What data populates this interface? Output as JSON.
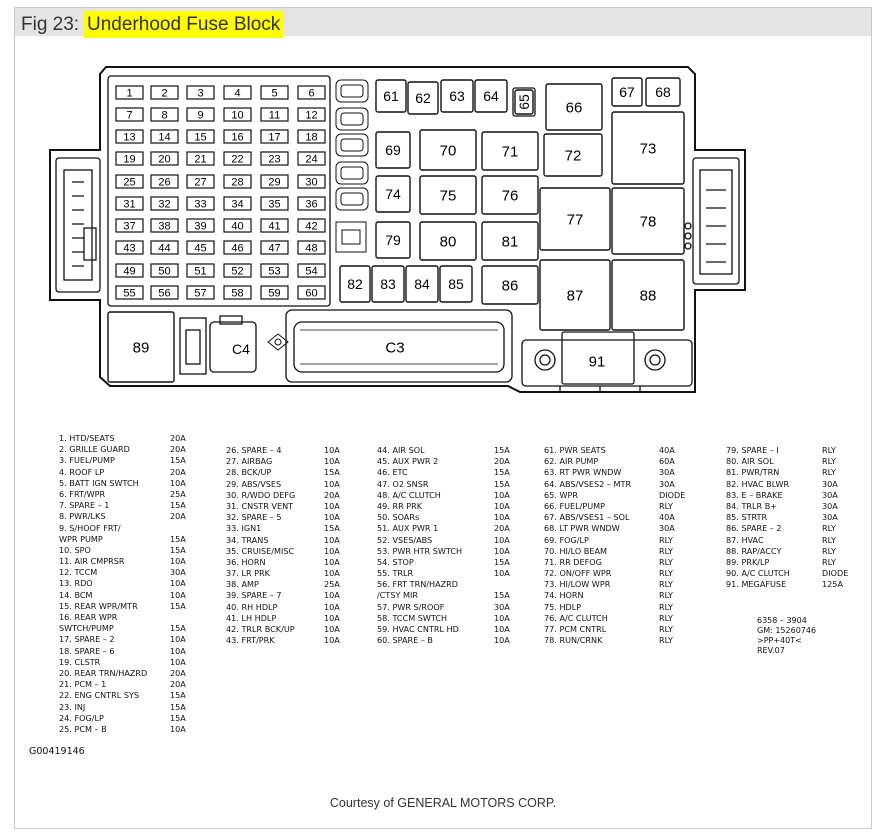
{
  "figure": {
    "prefix": "Fig 23: ",
    "title": "Underhood Fuse Block",
    "courtesy": "Courtesy of GENERAL MOTORS CORP.",
    "image_number": "G00419146",
    "part_code": [
      "6358 – 3904",
      "GM: 15260746",
      ">PP+40T<",
      "REV.07"
    ],
    "highlight_color": "#ffff00"
  },
  "diagram": {
    "small_fuses": [
      "1",
      "2",
      "3",
      "4",
      "5",
      "6",
      "7",
      "8",
      "9",
      "10",
      "11",
      "12",
      "13",
      "14",
      "15",
      "16",
      "17",
      "18",
      "19",
      "20",
      "21",
      "22",
      "23",
      "24",
      "25",
      "26",
      "27",
      "28",
      "29",
      "30",
      "31",
      "32",
      "33",
      "34",
      "35",
      "36",
      "37",
      "38",
      "39",
      "40",
      "41",
      "42",
      "43",
      "44",
      "45",
      "46",
      "47",
      "48",
      "49",
      "50",
      "51",
      "52",
      "53",
      "54",
      "55",
      "56",
      "57",
      "58",
      "59",
      "60"
    ],
    "box_labels": [
      "61",
      "62",
      "63",
      "64",
      "65",
      "66",
      "67",
      "68",
      "69",
      "70",
      "71",
      "72",
      "73",
      "74",
      "75",
      "76",
      "77",
      "78",
      "79",
      "80",
      "81",
      "82",
      "83",
      "84",
      "85",
      "86",
      "87",
      "88",
      "89",
      "91",
      "C3",
      "C4"
    ]
  },
  "legend": {
    "columns": [
      [
        {
          "label": "1.  HTD/SEATS",
          "amp": "20A"
        },
        {
          "label": "2.  GRILLE GUARD",
          "amp": "20A"
        },
        {
          "label": "3.  FUEL/PUMP",
          "amp": "15A"
        },
        {
          "label": "4.  ROOF LP",
          "amp": "20A"
        },
        {
          "label": "5.  BATT IGN SWTCH",
          "amp": "10A"
        },
        {
          "label": "6.  FRT/WPR",
          "amp": "25A"
        },
        {
          "label": "7.  SPARE – 1",
          "amp": "15A"
        },
        {
          "label": "8.  PWR/LKS",
          "amp": "20A"
        },
        {
          "label": "9.  S/HOOF  FRT/",
          "amp": ""
        },
        {
          "label": "     WPR PUMP",
          "amp": "15A"
        },
        {
          "label": "10. SPO",
          "amp": "15A"
        },
        {
          "label": "11. AIR CMPRSR",
          "amp": "10A"
        },
        {
          "label": "12. TCCM",
          "amp": "30A"
        },
        {
          "label": "13. RDO",
          "amp": "10A"
        },
        {
          "label": "14. BCM",
          "amp": "10A"
        },
        {
          "label": "15. REAR WPR/MTR",
          "amp": "15A"
        },
        {
          "label": "16. REAR WPR",
          "amp": ""
        },
        {
          "label": "     SWTCH/PUMP",
          "amp": "15A"
        },
        {
          "label": "17. SPARE – 2",
          "amp": "10A"
        },
        {
          "label": "18. SPARE – 6",
          "amp": "10A"
        },
        {
          "label": "19. CLSTR",
          "amp": "10A"
        },
        {
          "label": "20. REAR TRN/HAZRD",
          "amp": "20A"
        },
        {
          "label": "21. PCM – 1",
          "amp": "20A"
        },
        {
          "label": "22. ENG CNTRL SYS",
          "amp": "15A"
        },
        {
          "label": "23. INJ",
          "amp": "15A"
        },
        {
          "label": "24. FOG/LP",
          "amp": "15A"
        },
        {
          "label": "25. PCM – B",
          "amp": "10A"
        }
      ],
      [
        {
          "label": "26. SPARE – 4",
          "amp": "10A"
        },
        {
          "label": "27. AIRBAG",
          "amp": "10A"
        },
        {
          "label": "28. BCK/UP",
          "amp": "15A"
        },
        {
          "label": "29. ABS/VSES",
          "amp": "10A"
        },
        {
          "label": "30. R/WDO DEFG",
          "amp": "20A"
        },
        {
          "label": "31. CNSTR VENT",
          "amp": "10A"
        },
        {
          "label": "32. SPARE – 5",
          "amp": "10A"
        },
        {
          "label": "33. IGN1",
          "amp": "15A"
        },
        {
          "label": "34. TRANS",
          "amp": "10A"
        },
        {
          "label": "35. CRUISE/MISC",
          "amp": "10A"
        },
        {
          "label": "36. HORN",
          "amp": "10A"
        },
        {
          "label": "37. LR PRK",
          "amp": "10A"
        },
        {
          "label": "38. AMP",
          "amp": "25A"
        },
        {
          "label": "39. SPARE – 7",
          "amp": "10A"
        },
        {
          "label": "40. RH HDLP",
          "amp": "10A"
        },
        {
          "label": "41. LH HDLP",
          "amp": "10A"
        },
        {
          "label": "42. TRLR BCK/UP",
          "amp": "10A"
        },
        {
          "label": "43. FRT/PRK",
          "amp": "10A"
        }
      ],
      [
        {
          "label": "44. AIR SOL",
          "amp": "15A"
        },
        {
          "label": "45. AUX PWR 2",
          "amp": "20A"
        },
        {
          "label": "46. ETC",
          "amp": "15A"
        },
        {
          "label": "47. O2 SNSR",
          "amp": "15A"
        },
        {
          "label": "48. A/C CLUTCH",
          "amp": "10A"
        },
        {
          "label": "49. RR PRK",
          "amp": "10A"
        },
        {
          "label": "50. SOARs",
          "amp": "10A"
        },
        {
          "label": "51. AUX PWR 1",
          "amp": "20A"
        },
        {
          "label": "52. VSES/ABS",
          "amp": "10A"
        },
        {
          "label": "53. PWR HTR SWTCH",
          "amp": "10A"
        },
        {
          "label": "54. STOP",
          "amp": "15A"
        },
        {
          "label": "55. TRLR",
          "amp": "10A"
        },
        {
          "label": "56. FRT TRN/HAZRD",
          "amp": ""
        },
        {
          "label": "     /CTSY MIR",
          "amp": "15A"
        },
        {
          "label": "57. PWR S/ROOF",
          "amp": "30A"
        },
        {
          "label": "58. TCCM SWTCH",
          "amp": "10A"
        },
        {
          "label": "59. HVAC CNTRL HD",
          "amp": "10A"
        },
        {
          "label": "60. SPARE – B",
          "amp": "10A"
        }
      ],
      [
        {
          "label": "61. PWR SEATS",
          "amp": "40A"
        },
        {
          "label": "62. AIR PUMP",
          "amp": "60A"
        },
        {
          "label": "63. RT PWR WNDW",
          "amp": "30A"
        },
        {
          "label": "64. ABS/VSES2 – MTR",
          "amp": "30A"
        },
        {
          "label": "65. WPR",
          "amp": "DIODE"
        },
        {
          "label": "66. FUEL/PUMP",
          "amp": "RLY"
        },
        {
          "label": "67. ABS/VSES1 – SOL",
          "amp": "40A"
        },
        {
          "label": "68. LT PWR WNDW",
          "amp": "30A"
        },
        {
          "label": "69. FOG/LP",
          "amp": "RLY"
        },
        {
          "label": "70. HI/LO BEAM",
          "amp": "RLY"
        },
        {
          "label": "71. RR DEFOG",
          "amp": "RLY"
        },
        {
          "label": "72. ON/OFF WPR",
          "amp": "RLY"
        },
        {
          "label": "73. HI/LOW WPR",
          "amp": "RLY"
        },
        {
          "label": "74. HORN",
          "amp": "RLY"
        },
        {
          "label": "75. HDLP",
          "amp": "RLY"
        },
        {
          "label": "76. A/C CLUTCH",
          "amp": "RLY"
        },
        {
          "label": "77. PCM CNTRL",
          "amp": "RLY"
        },
        {
          "label": "78. RUN/CRNK",
          "amp": "RLY"
        }
      ],
      [
        {
          "label": "79. SPARE – I",
          "amp": "RLY"
        },
        {
          "label": "80. AIR SOL",
          "amp": "RLY"
        },
        {
          "label": "81. PWR/TRN",
          "amp": "RLY"
        },
        {
          "label": "82. HVAC BLWR",
          "amp": "30A"
        },
        {
          "label": "83. E – BRAKE",
          "amp": "30A"
        },
        {
          "label": "84. TRLR B+",
          "amp": "30A"
        },
        {
          "label": "85. STRTR",
          "amp": "30A"
        },
        {
          "label": "86. SPARE – 2",
          "amp": "RLY"
        },
        {
          "label": "87. HVAC",
          "amp": "RLY"
        },
        {
          "label": "88. RAP/ACCY",
          "amp": "RLY"
        },
        {
          "label": "89. PRK/LP",
          "amp": "RLY"
        },
        {
          "label": "90. A/C CLUTCH",
          "amp": "DIODE"
        },
        {
          "label": "91. MEGAFUSE",
          "amp": "125A"
        }
      ]
    ]
  }
}
